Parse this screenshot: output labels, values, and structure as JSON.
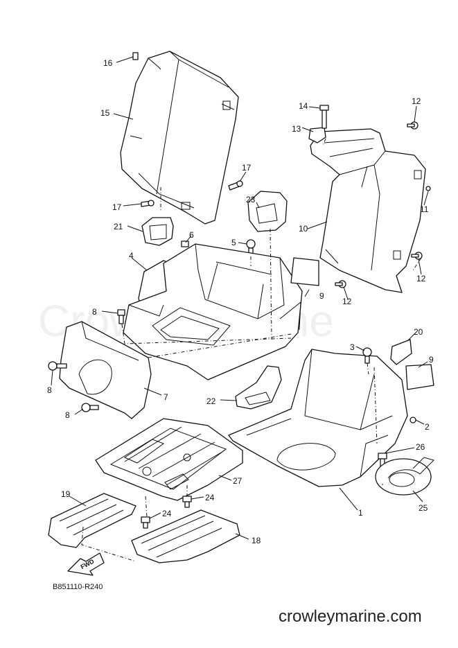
{
  "watermark": "CrowleyMarine",
  "footer_site": "crowleymarine.com",
  "diagram_code": "B851110-R240",
  "fwd_label": "FWD",
  "callouts": [
    "1",
    "2",
    "3",
    "4",
    "5",
    "6",
    "7",
    "8",
    "8",
    "8",
    "9",
    "9",
    "10",
    "11",
    "12",
    "12",
    "12",
    "13",
    "14",
    "15",
    "16",
    "17",
    "17",
    "18",
    "19",
    "20",
    "21",
    "22",
    "23",
    "24",
    "24",
    "25",
    "26",
    "27"
  ]
}
